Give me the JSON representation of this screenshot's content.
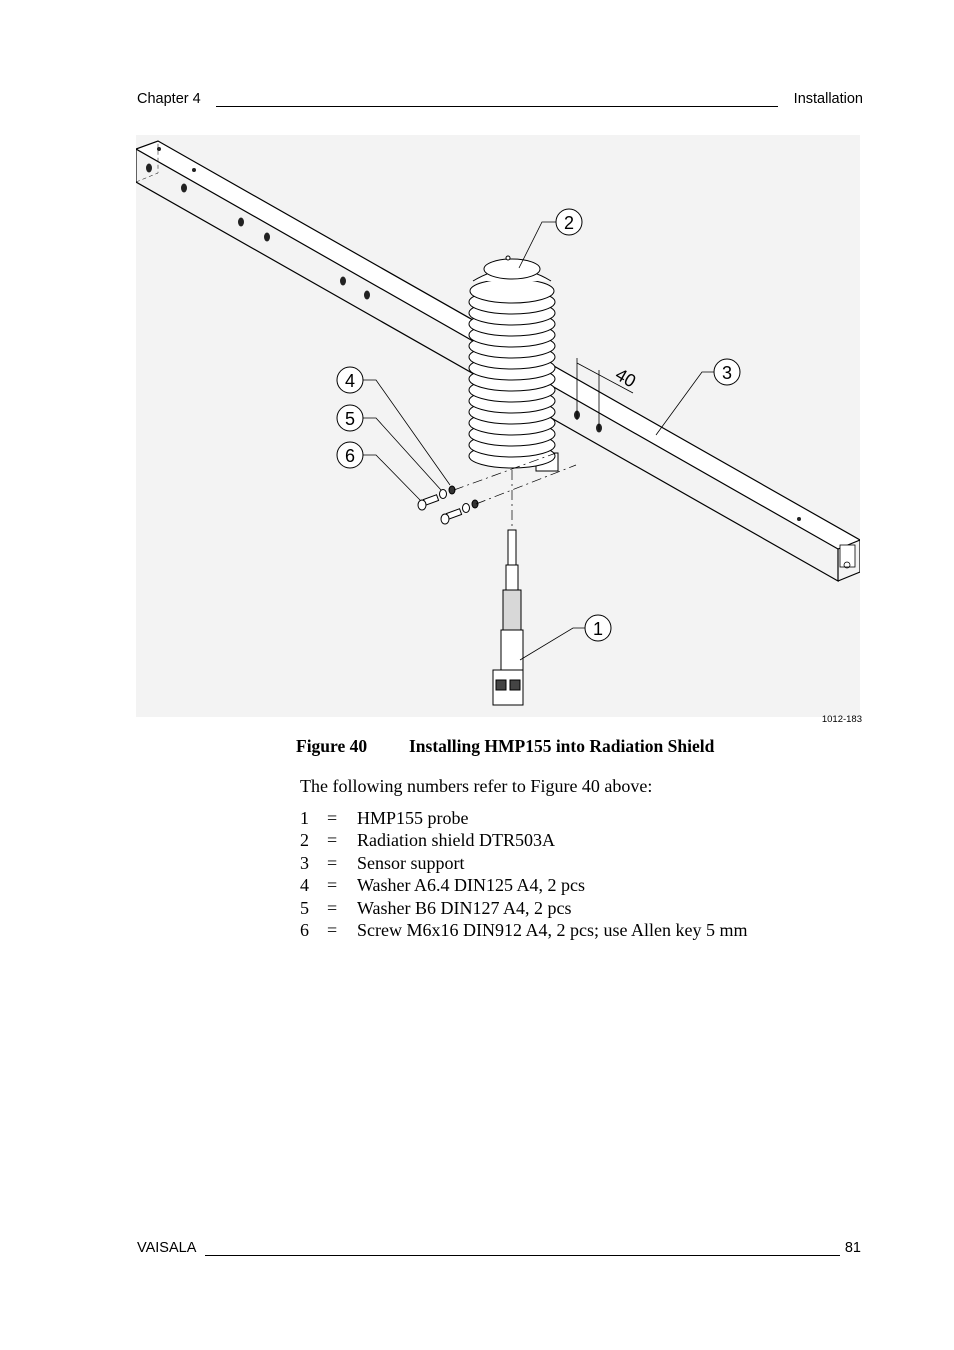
{
  "header": {
    "chapter": "Chapter 4",
    "section": "Installation"
  },
  "figure": {
    "callouts": [
      "1",
      "2",
      "3",
      "4",
      "5",
      "6"
    ],
    "dimension_label": "40",
    "figure_id": "1012-183"
  },
  "caption": {
    "number": "Figure 40",
    "title": "Installing HMP155 into Radiation Shield"
  },
  "intro": "The following numbers refer to Figure 40 above:",
  "legend": [
    {
      "num": "1",
      "eq": "=",
      "desc": "HMP155 probe"
    },
    {
      "num": "2",
      "eq": "=",
      "desc": "Radiation shield DTR503A"
    },
    {
      "num": "3",
      "eq": "=",
      "desc": "Sensor support"
    },
    {
      "num": "4",
      "eq": "=",
      "desc": "Washer A6.4 DIN125 A4, 2 pcs"
    },
    {
      "num": "5",
      "eq": "=",
      "desc": "Washer B6 DIN127 A4, 2 pcs"
    },
    {
      "num": "6",
      "eq": "=",
      "desc": "Screw M6x16 DIN912 A4, 2 pcs; use Allen key 5 mm"
    }
  ],
  "footer": {
    "brand": "VAISALA",
    "page": "81"
  }
}
